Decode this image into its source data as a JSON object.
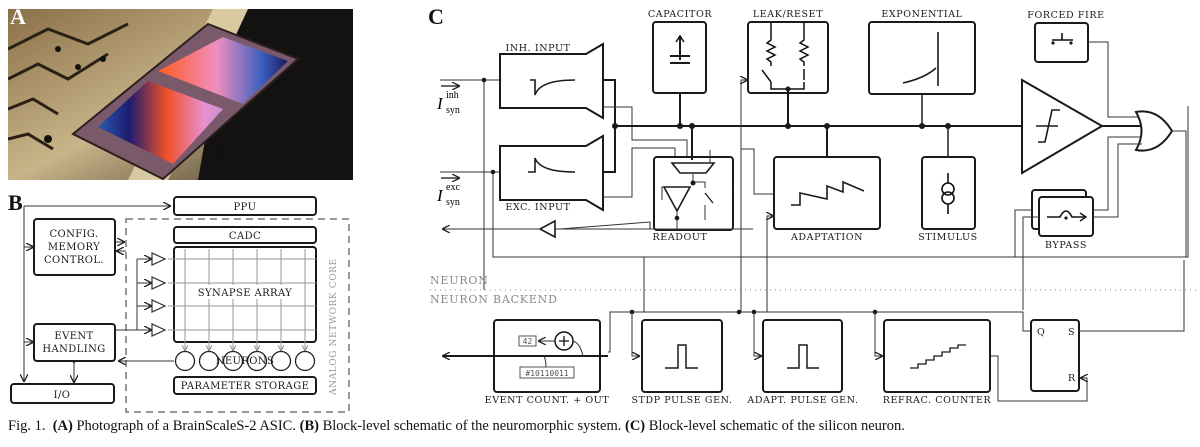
{
  "panels": {
    "a": {
      "letter": "A",
      "description": "Photograph of a BrainScaleS-2 ASIC chip on a bonded carrier board"
    },
    "b": {
      "letter": "B",
      "blocks": {
        "ppu": "PPU",
        "config_line1": "CONFIG.",
        "config_line2": "MEMORY",
        "config_line3": "CONTROL.",
        "event_line1": "EVENT",
        "event_line2": "HANDLING",
        "io": "I/O",
        "cadc": "CADC",
        "synapse_array": "SYNAPSE ARRAY",
        "neurons": "NEURONS",
        "parameter_storage": "PARAMETER STORAGE",
        "core_label": "ANALOG NETWORK CORE"
      }
    },
    "c": {
      "letter": "C",
      "inputs": {
        "inh_symbol": "I",
        "inh_sup": "inh",
        "inh_sub": "syn",
        "exc_symbol": "I",
        "exc_sup": "exc",
        "exc_sub": "syn"
      },
      "blocks": {
        "inh_input": "INH. INPUT",
        "exc_input": "EXC. INPUT",
        "capacitor": "CAPACITOR",
        "leak_reset": "LEAK/RESET",
        "exponential": "EXPONENTIAL",
        "forced_fire": "FORCED FIRE",
        "readout": "READOUT",
        "adaptation": "ADAPTATION",
        "stimulus": "STIMULUS",
        "bypass": "BYPASS",
        "event_count": "EVENT COUNT. + OUT",
        "stdp_pulse": "STDP PULSE GEN.",
        "adapt_pulse": "ADAPT. PULSE GEN.",
        "refrac_counter": "REFRAC. COUNTER",
        "latch_q": "Q",
        "latch_s": "S",
        "latch_r": "R"
      },
      "counter_value": "42",
      "address_value": "#10110011",
      "sections": {
        "neuron": "NEURON",
        "backend": "NEURON BACKEND"
      }
    }
  },
  "caption": {
    "prefix": "Fig. 1.",
    "a_tag": "(A)",
    "a_text": "Photograph of a BrainScaleS-2 ASIC.",
    "b_tag": "(B)",
    "b_text": "Block-level schematic of the neuromorphic system.",
    "c_tag": "(C)",
    "c_text": "Block-level schematic of the silicon neuron."
  }
}
